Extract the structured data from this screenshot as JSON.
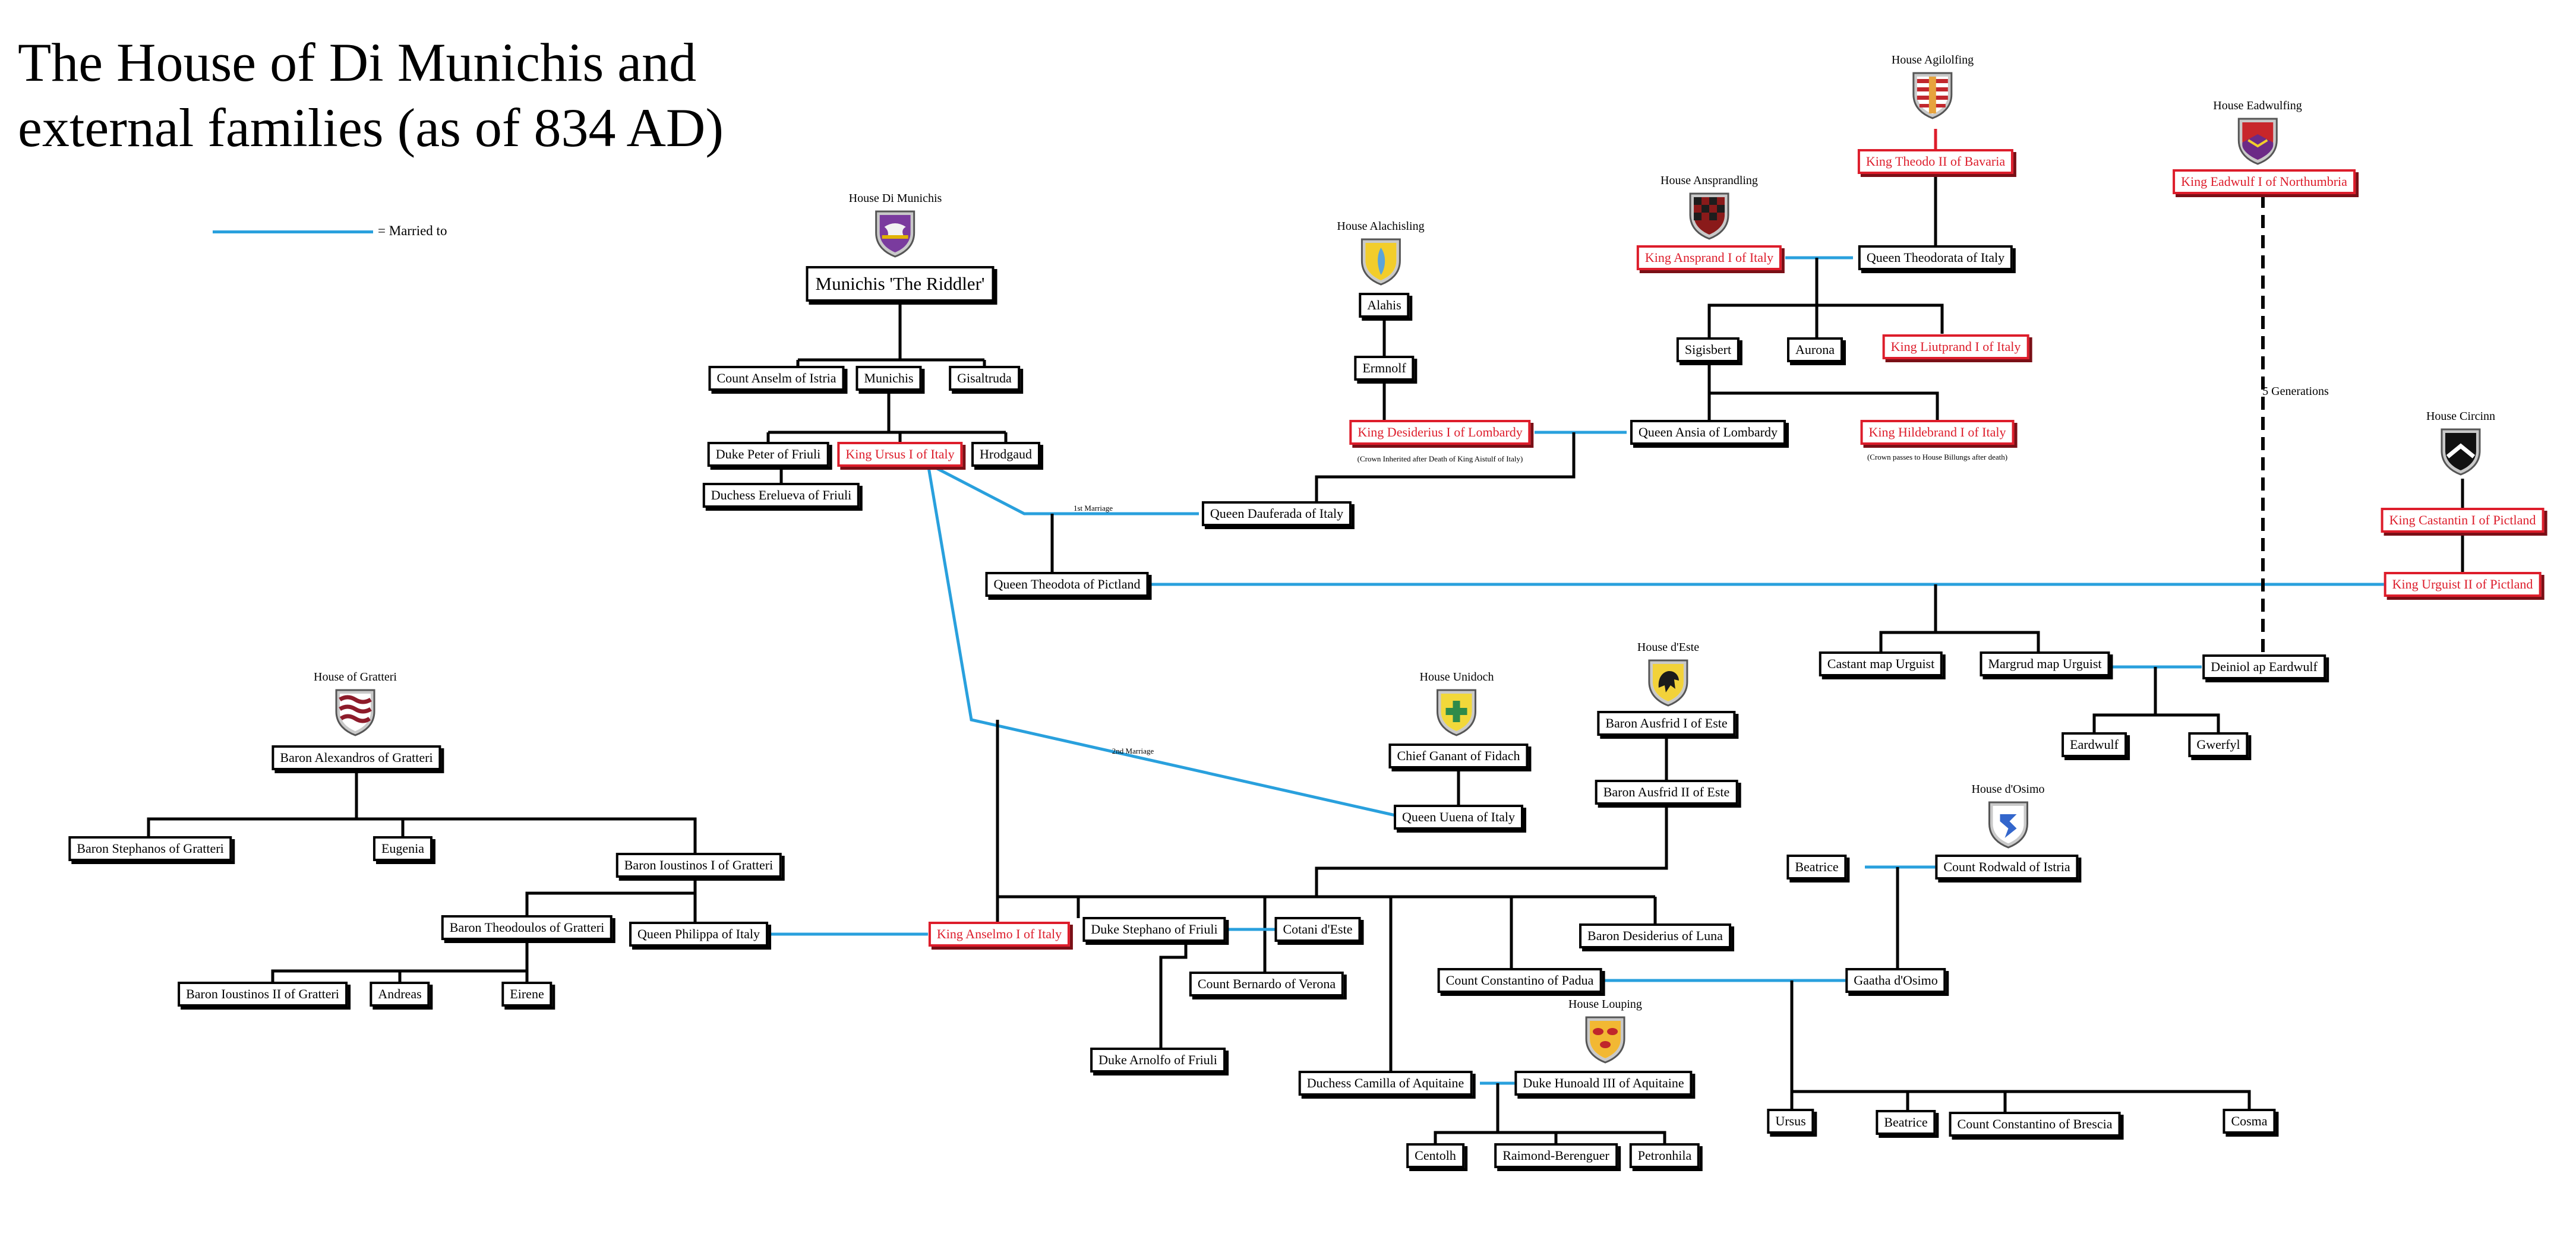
{
  "title_lines": [
    "The House of Di Munichis and",
    "external families (as of 834 AD)"
  ],
  "legend": {
    "label": "= Married to",
    "color": "#29a0dd"
  },
  "colors": {
    "king_red": "#dd1d2b",
    "marriage_blue": "#29a0dd",
    "line_black": "#000000"
  },
  "houses": {
    "di_munichis": {
      "name": "House Di Munichis",
      "icon": "shield-purple-bird"
    },
    "alachisling": {
      "name": "House Alachisling",
      "icon": "shield-yellow-feather"
    },
    "ansprandling": {
      "name": "House Ansprandling",
      "icon": "shield-checkered-red"
    },
    "agilolfing": {
      "name": "House Agilolfing",
      "icon": "shield-red-stripes"
    },
    "eadwulfing": {
      "name": "House Eadwulfing",
      "icon": "shield-red-purple"
    },
    "circinn": {
      "name": "House Circinn",
      "icon": "shield-black-chevron"
    },
    "gratteri": {
      "name": "House of Gratteri",
      "icon": "shield-wavy-red"
    },
    "unidoch": {
      "name": "House Unidoch",
      "icon": "shield-green-cross"
    },
    "deste": {
      "name": "House d'Este",
      "icon": "shield-black-eagle"
    },
    "dosimo": {
      "name": "House d'Osimo",
      "icon": "shield-blue-glyph"
    },
    "louping": {
      "name": "House Louping",
      "icon": "shield-three-birds"
    }
  },
  "people": {
    "munichis_riddler": "Munichis 'The Riddler'",
    "count_anselm": "Count Anselm of Istria",
    "munichis": "Munichis",
    "gisaltruda": "Gisaltruda",
    "duke_peter": "Duke Peter of Friuli",
    "king_ursus": "King Ursus I of Italy",
    "hrodgaud": "Hrodgaud",
    "duchess_erelueva": "Duchess Erelueva of Friuli",
    "alahis": "Alahis",
    "ermnolf": "Ermnolf",
    "king_desiderius": "King Desiderius I of Lombardy",
    "queen_ansia": "Queen Ansia of Lombardy",
    "king_hildebrand": "King Hildebrand I of Italy",
    "king_ansprand": "King Ansprand I of Italy",
    "queen_theodorata": "Queen Theodorata of Italy",
    "king_theodo": "King Theodo II of Bavaria",
    "sigisbert": "Sigisbert",
    "aurona": "Aurona",
    "king_liutprand": "King Liutprand I of Italy",
    "queen_dauferada": "Queen Dauferada of Italy",
    "queen_theodota": "Queen Theodota of Pictland",
    "king_eadwulf": "King Eadwulf I of Northumbria",
    "king_castantin": "King Castantin I of Pictland",
    "king_urguist": "King Urguist II of Pictland",
    "castant": "Castant map Urguist",
    "margrud": "Margrud map Urguist",
    "deiniol": "Deiniol ap Eardwulf",
    "eardwulf": "Eardwulf",
    "gwerfyl": "Gwerfyl",
    "baron_alexandros": "Baron Alexandros of Gratteri",
    "baron_stephanos": "Baron Stephanos of Gratteri",
    "eugenia": "Eugenia",
    "baron_ioustinos_i": "Baron Ioustinos I of Gratteri",
    "baron_theodoulos": "Baron Theodoulos of Gratteri",
    "queen_philippa": "Queen Philippa of Italy",
    "baron_ioustinos_ii": "Baron Ioustinos II of Gratteri",
    "andreas": "Andreas",
    "eirene": "Eirene",
    "chief_ganant": "Chief Ganant of Fidach",
    "queen_uuena": "Queen Uuena of Italy",
    "baron_ausfrid_i": "Baron Ausfrid I of Este",
    "baron_ausfrid_ii": "Baron Ausfrid II of Este",
    "king_anselmo": "King Anselmo I of Italy",
    "duke_stephano": "Duke Stephano of Friuli",
    "cotani": "Cotani d'Este",
    "baron_desiderius_luna": "Baron Desiderius of Luna",
    "count_bernardo": "Count Bernardo of Verona",
    "count_constantino_padua": "Count Constantino of Padua",
    "duke_arnolfo": "Duke Arnolfo of Friuli",
    "duchess_camilla": "Duchess Camilla of Aquitaine",
    "duke_hunoald": "Duke Hunoald III of Aquitaine",
    "centolh": "Centolh",
    "raimond": "Raimond-Berenguer",
    "petronilla": "Petronhila",
    "beatrice_osimo": "Beatrice",
    "count_rodwald": "Count Rodwald of Istria",
    "gaatha": "Gaatha d'Osimo",
    "ursus": "Ursus",
    "beatrice2": "Beatrice",
    "count_constantino_brescia": "Count Constantino of Brescia",
    "cosma": "Cosma"
  },
  "notes": {
    "desiderius_note": "(Crown Inherited after Death of King Aistulf of Italy)",
    "hildebrand_note": "(Crown passes to House Billungs after death)",
    "first_marriage": "1st Marriage",
    "second_marriage": "2nd Marriage",
    "five_generations": "5 Generations"
  }
}
